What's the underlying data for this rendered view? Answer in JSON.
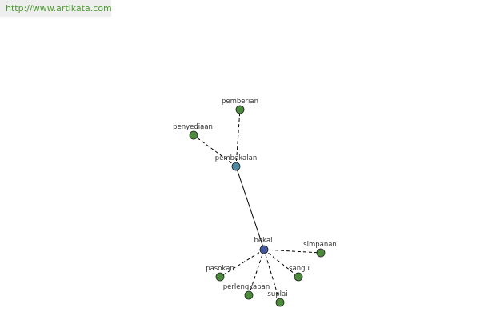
{
  "header": {
    "url": "http://www.artikata.com"
  },
  "colors": {
    "center_node": "#45579a",
    "hub_node": "#4e8aa3",
    "leaf_node": "#4c8a3c",
    "edge": "#000000"
  },
  "graph": {
    "nodes": [
      {
        "id": "bekal",
        "label": "bekal",
        "role": "center"
      },
      {
        "id": "pembekalan",
        "label": "pembekalan",
        "role": "hub"
      },
      {
        "id": "pemberian",
        "label": "pemberian",
        "role": "leaf"
      },
      {
        "id": "penyediaan",
        "label": "penyediaan",
        "role": "leaf"
      },
      {
        "id": "simpanan",
        "label": "simpanan",
        "role": "leaf"
      },
      {
        "id": "pasokan",
        "label": "pasokan",
        "role": "leaf"
      },
      {
        "id": "sangu",
        "label": "sangu",
        "role": "leaf"
      },
      {
        "id": "perlengkapan",
        "label": "perlengkapan",
        "role": "leaf"
      },
      {
        "id": "suplai",
        "label": "suplai",
        "role": "leaf"
      }
    ],
    "edges": [
      {
        "from": "bekal",
        "to": "pembekalan",
        "style": "solid"
      },
      {
        "from": "pembekalan",
        "to": "pemberian",
        "style": "dashed"
      },
      {
        "from": "pembekalan",
        "to": "penyediaan",
        "style": "dashed"
      },
      {
        "from": "bekal",
        "to": "simpanan",
        "style": "dashed"
      },
      {
        "from": "bekal",
        "to": "pasokan",
        "style": "dashed"
      },
      {
        "from": "bekal",
        "to": "sangu",
        "style": "dashed"
      },
      {
        "from": "bekal",
        "to": "perlengkapan",
        "style": "dashed"
      },
      {
        "from": "bekal",
        "to": "suplai",
        "style": "dashed"
      }
    ]
  }
}
